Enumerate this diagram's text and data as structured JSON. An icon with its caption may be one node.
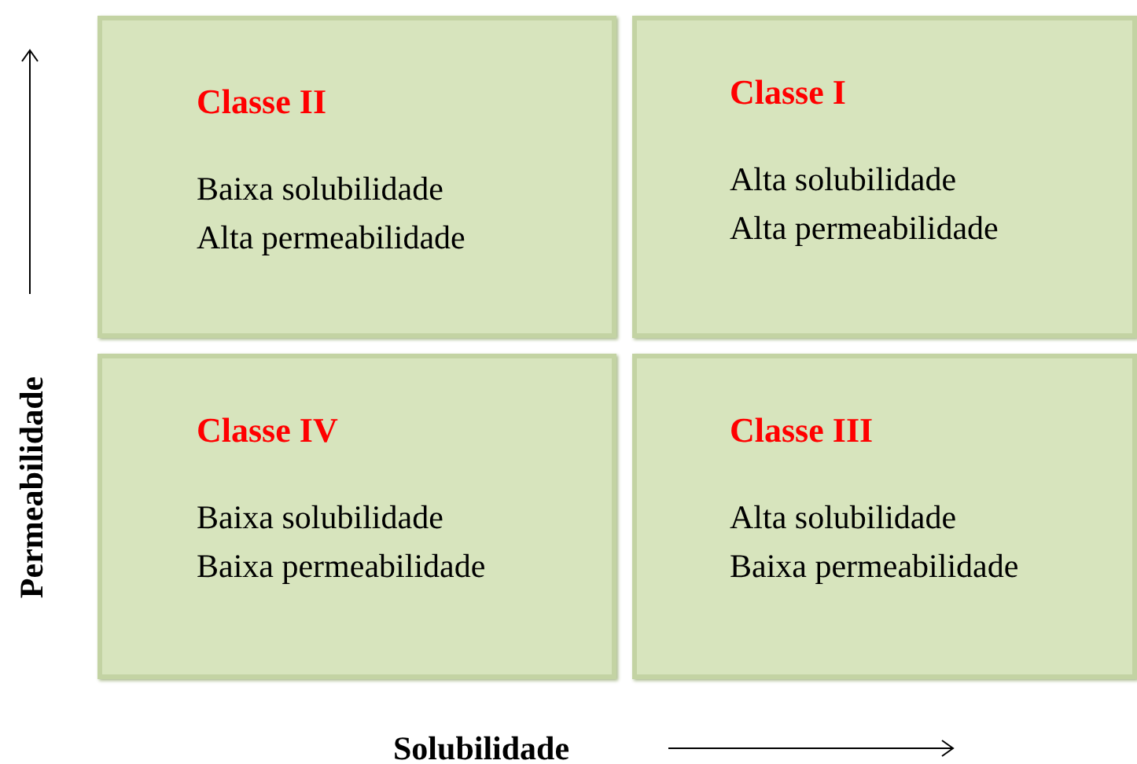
{
  "diagram": {
    "nodes": [
      {
        "text": [
          "Classe II",
          "Baixa solubilidade",
          "Alta permeabilidade"
        ]
      },
      {
        "text": [
          "Classe I",
          "Alta solubilidade",
          "Alta permeabilidade"
        ]
      },
      {
        "text": [
          "Classe IV",
          "Baixa solubilidade",
          "Baixa permeabilidade"
        ]
      },
      {
        "text": [
          "Classe III",
          "Alta solubilidade",
          "Baixa permeabilidade"
        ]
      }
    ],
    "edges": [],
    "labels": [
      "Permeabilidade",
      "Solubilidade"
    ]
  }
}
